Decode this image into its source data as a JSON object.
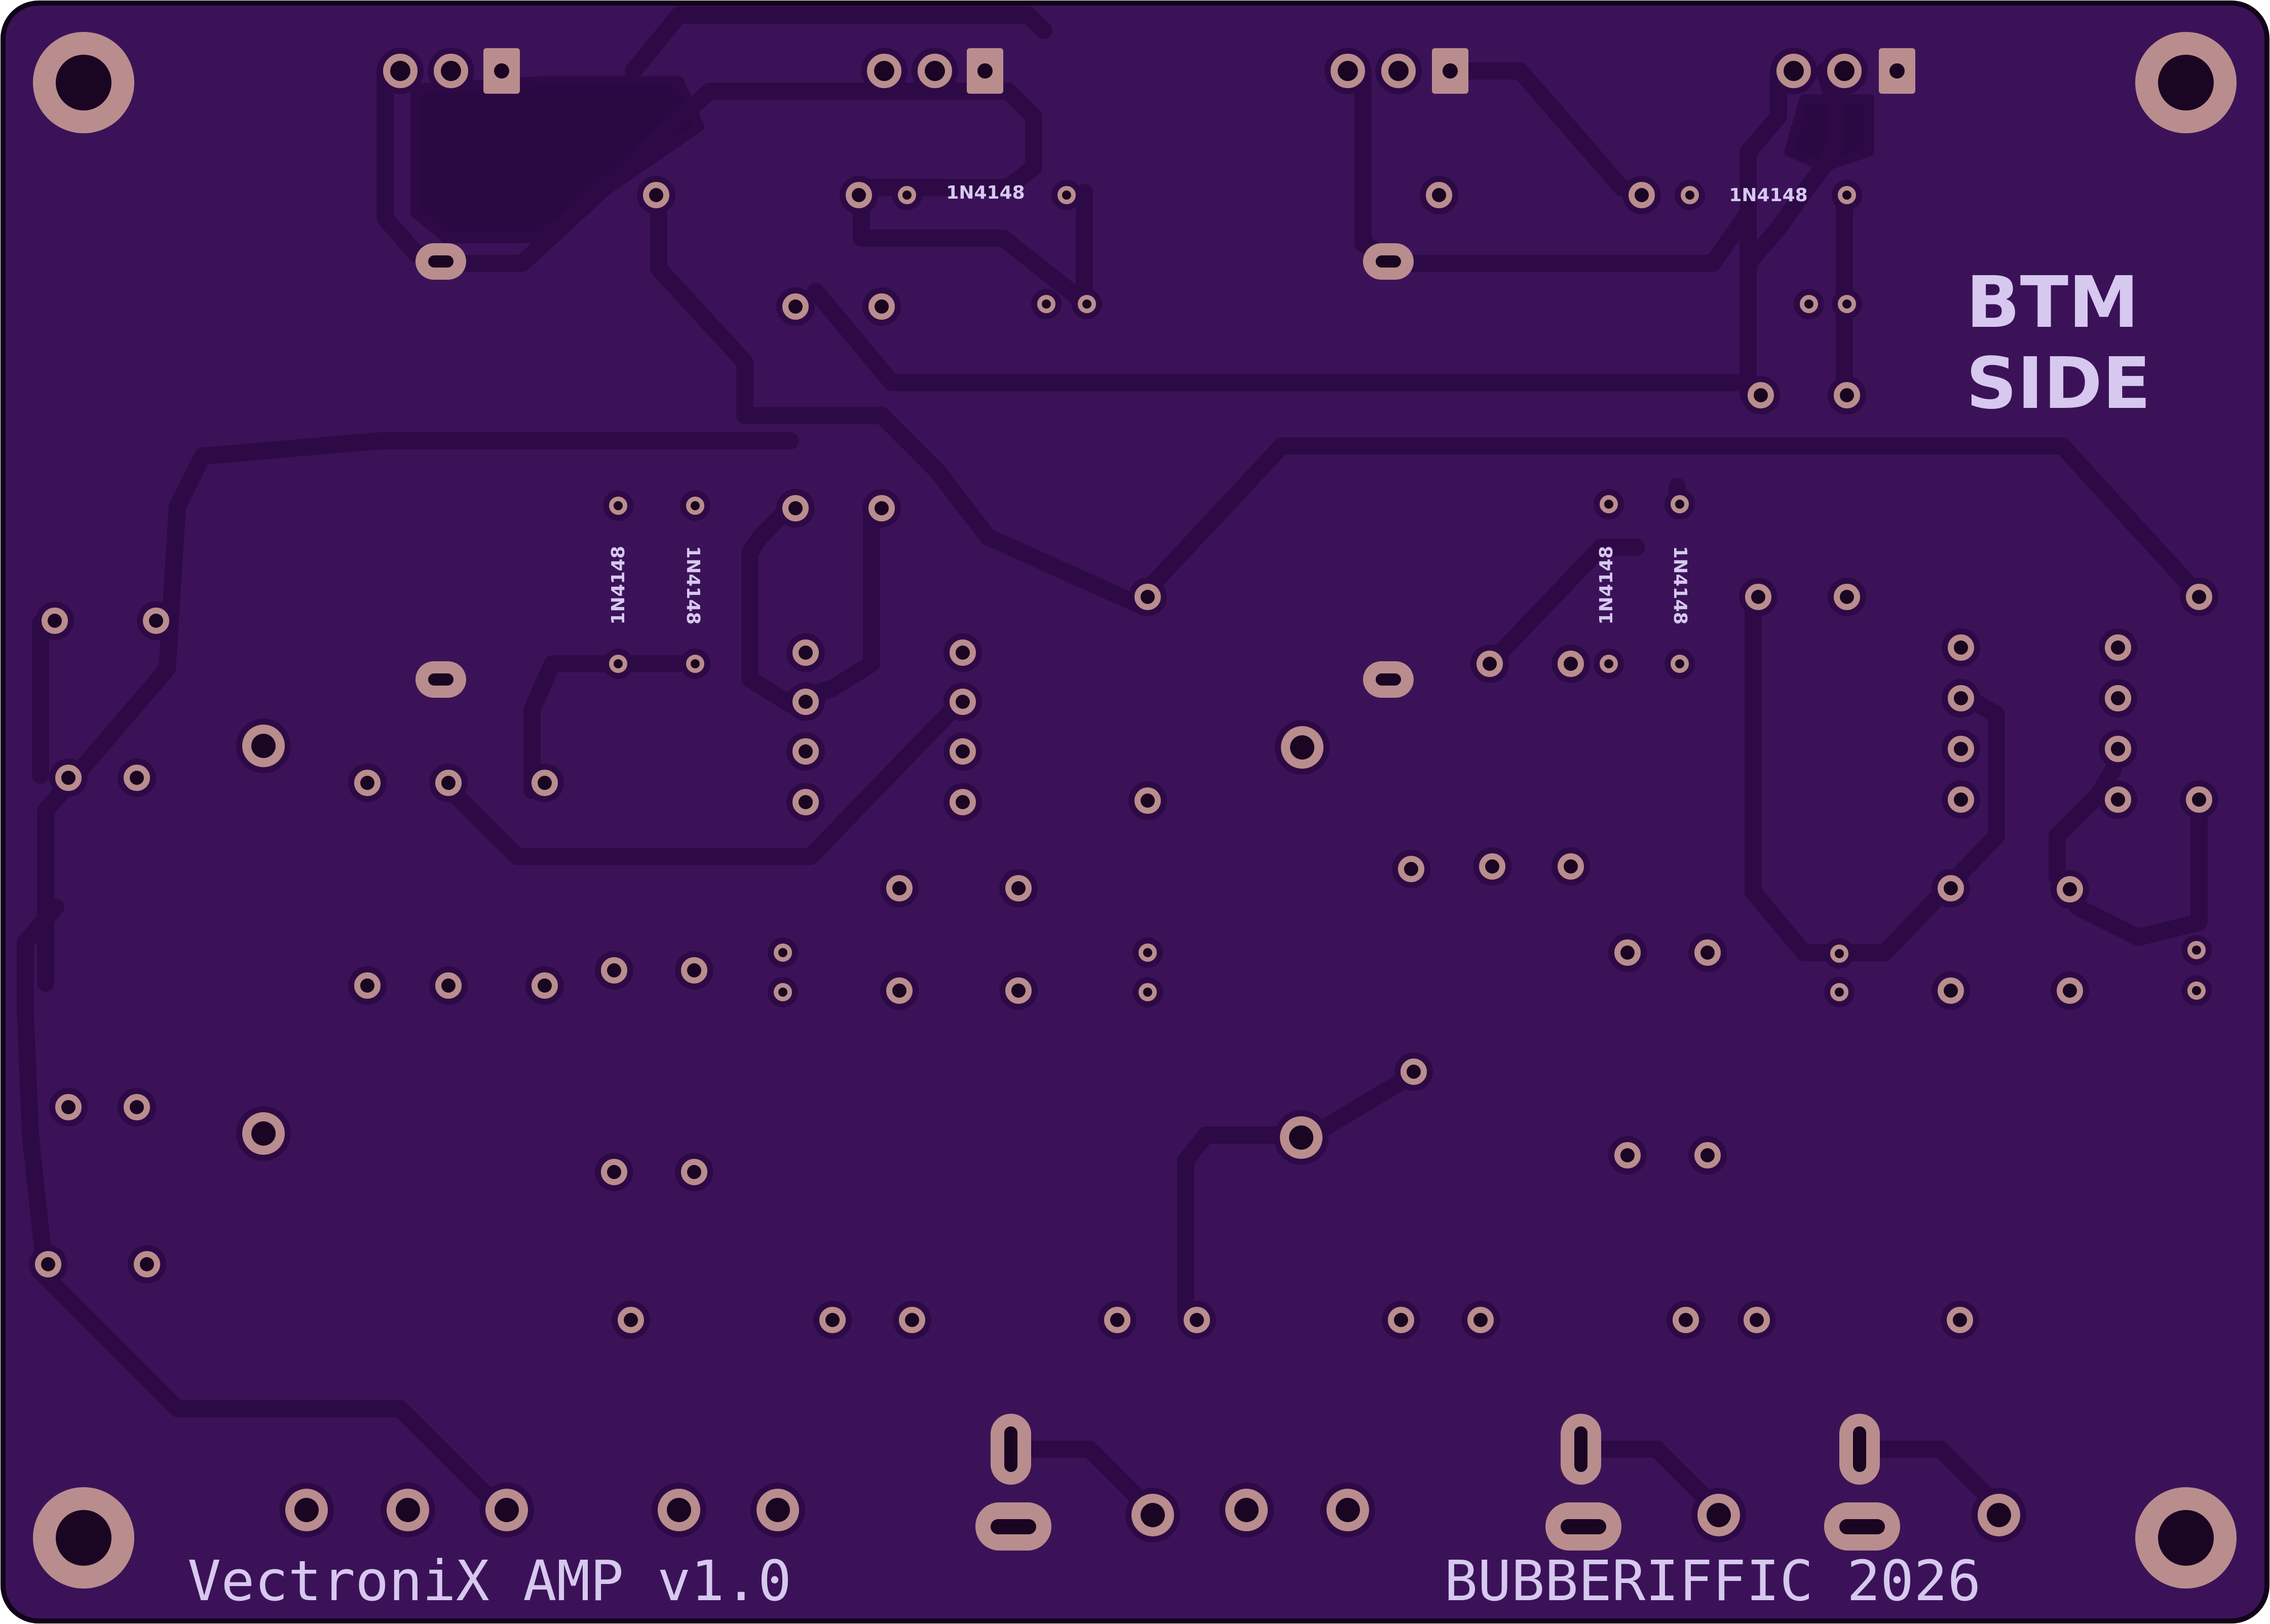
{
  "board": {
    "side_label_line1": "BTM",
    "side_label_line2": "SIDE",
    "title": "VectroniX AMP v1.0",
    "credit": "BUBBERIFFIC 2026",
    "part_labels": {
      "d_top_left": "1N4148",
      "d_top_right": "1N4148",
      "d_left_a": "1N4148",
      "d_left_b": "1N4148",
      "d_right_a": "1N4148",
      "d_right_b": "1N4148"
    }
  },
  "colors": {
    "soldermask": "#3b1258",
    "trace": "#2d0a45",
    "pour": "#2a0842",
    "copper_pad": "#b98d8d",
    "drill": "#1a0622",
    "silkscreen": "#d6c8ee",
    "edge": "#120418"
  }
}
